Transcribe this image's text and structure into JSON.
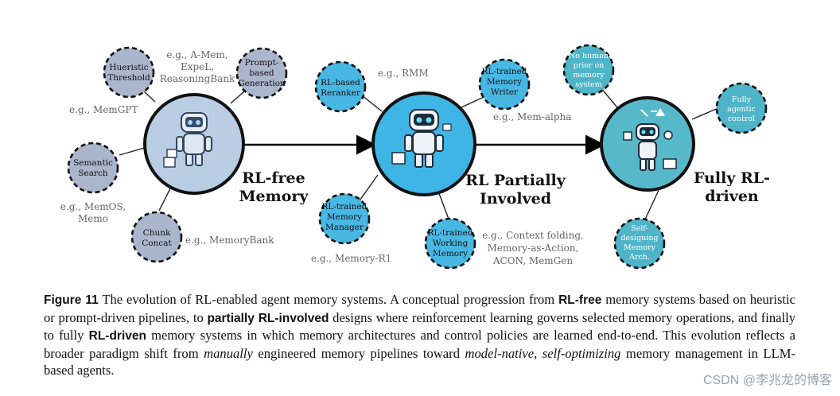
{
  "stages": {
    "rl_free": {
      "title_line1": "RL-free",
      "title_line2": "Memory"
    },
    "rl_partial": {
      "title_line1": "RL Partially",
      "title_line2": "Involved"
    },
    "rl_driven": {
      "title_line1": "Fully RL-",
      "title_line2": "driven"
    }
  },
  "nodes": {
    "heuristic_threshold": [
      "Hueristic",
      "Threshold"
    ],
    "prompt_generation": [
      "Prompt-",
      "based",
      "Generation"
    ],
    "semantic_search": [
      "Semantic",
      "Search"
    ],
    "chunk_concat": [
      "Chunk",
      "Concat"
    ],
    "rl_reranker": [
      "RL-based",
      "Reranker"
    ],
    "rl_memory_writer": [
      "RL-trained",
      "Memory",
      "Writer"
    ],
    "rl_memory_manager": [
      "RL-trained",
      "Memory",
      "Manager"
    ],
    "rl_working_memory": [
      "RL-trained",
      "Working",
      "Memory"
    ],
    "no_human_prior": [
      "No human",
      "prior on",
      "memory",
      "system"
    ],
    "fully_agentic": [
      "Fully",
      "agentic",
      "control"
    ],
    "self_designing": [
      "Self-",
      "designing",
      "Memory",
      "Arch."
    ]
  },
  "examples": {
    "amem": [
      "e.g., A-Mem,",
      "ExpeL,",
      "ReasoningBank"
    ],
    "memgpt": [
      "e.g., MemGPT"
    ],
    "memos": [
      "e.g., MemOS,",
      "Memo"
    ],
    "memorybank": [
      "e.g., MemoryBank"
    ],
    "rmm": [
      "e.g., RMM"
    ],
    "memalpha": [
      "e.g., Mem-alpha"
    ],
    "memr1": [
      "e.g., Memory-R1"
    ],
    "context_folding": [
      "e.g., Context folding,",
      "Memory-as-Action,",
      "ACON, MemGen"
    ]
  },
  "caption": {
    "label": "Figure 11",
    "t1": " The evolution of RL-enabled agent memory systems. A conceptual progression from ",
    "b1": "RL-free",
    "t2": " memory systems based on heuristic or prompt-driven pipelines, to ",
    "b2": "partially RL-involved",
    "t3": " designs where reinforcement learning governs selected memory operations, and finally to fully ",
    "b3": "RL-driven",
    "t4": " memory systems in which memory architectures and control policies are learned end-to-end. This evolution reflects a broader paradigm shift from ",
    "i1": "manually",
    "t5": " engineered memory pipelines toward ",
    "i2": "model-native",
    "t6": ", ",
    "i3": "self-optimizing",
    "t7": " memory management in LLM-based agents."
  },
  "watermark": "CSDN @李兆龙的博客",
  "colors": {
    "stage1_fill": "#b9cde3",
    "stage1_node": "#a9b6cc",
    "stage2_fill": "#3fb5e6",
    "stage2_node": "#49b7e3",
    "stage3_fill": "#57b8c9",
    "stage3_node": "#4fb4c8",
    "example_text": "#666666"
  },
  "icons": [
    "robot-icon",
    "robot-icon",
    "robot-icon"
  ]
}
